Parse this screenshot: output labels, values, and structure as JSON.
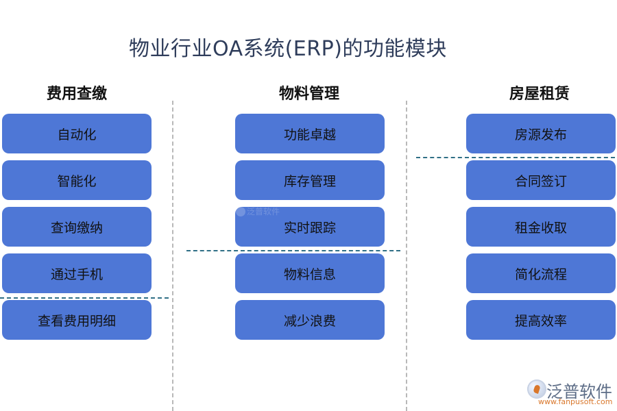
{
  "title": "物业行业OA系统(ERP)的功能模块",
  "columns": [
    {
      "title": "费用查缴",
      "items": [
        "自动化",
        "智能化",
        "查询缴纳",
        "通过手机",
        "查看费用明细"
      ]
    },
    {
      "title": "物料管理",
      "items": [
        "功能卓越",
        "库存管理",
        "实时跟踪",
        "物料信息",
        "减少浪费"
      ]
    },
    {
      "title": "房屋租赁",
      "items": [
        "房源发布",
        "合同签订",
        "租金收取",
        "简化流程",
        "提高效率"
      ]
    }
  ],
  "logo": {
    "name": "泛普软件",
    "url": "www.fanpusoft.com"
  },
  "watermark": "泛普软件",
  "colors": {
    "box": "#4e77d6",
    "title": "#2f3d5b",
    "separator": "#b8b8b8",
    "dash": "#2f6f86",
    "logo_accent": "#d9772b"
  }
}
